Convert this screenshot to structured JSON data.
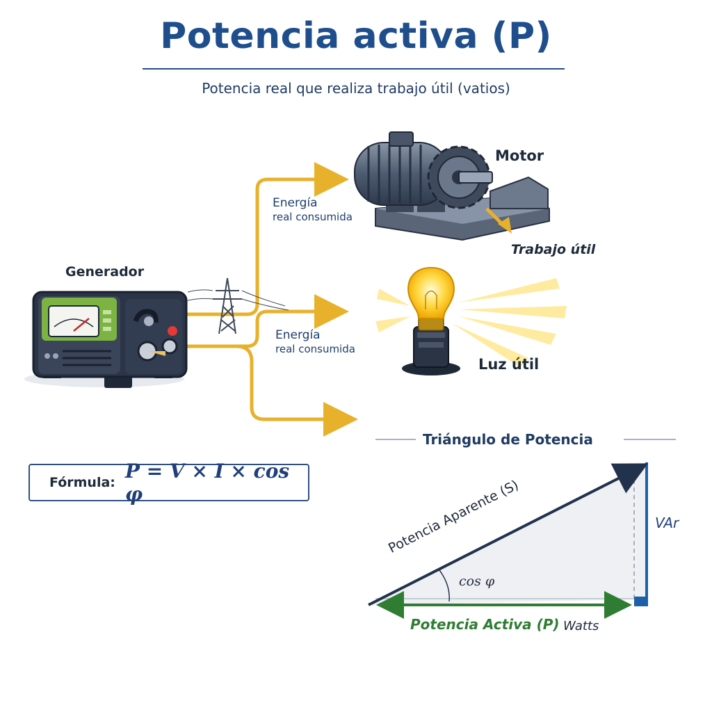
{
  "title": "Potencia activa (P)",
  "subtitle": "Potencia real que realiza trabajo útil (vatios)",
  "generator": {
    "label": "Generador"
  },
  "flows": [
    {
      "line1": "Energía",
      "line2": "real consumida"
    },
    {
      "line1": "Energía",
      "line2": "real consumida"
    }
  ],
  "motor": {
    "label": "Motor",
    "work_label": "Trabajo útil"
  },
  "bulb": {
    "label": "Luz útil"
  },
  "formula": {
    "label": "Fórmula:",
    "expression": "P = V × I × cos φ"
  },
  "triangle": {
    "heading": "Triángulo de Potencia",
    "hypotenuse_label": "Potencia Aparente (S)",
    "vertical_label": "VAr",
    "angle_label": "cos φ",
    "base_label": "Potencia Activa (P)",
    "base_unit": "Watts"
  },
  "colors": {
    "title_blue": "#1f4e8c",
    "flow_yellow": "#e8b12b",
    "active_green": "#2e7d32",
    "reactive_blue": "#1e5fa8",
    "generator_green": "#7cb342"
  }
}
